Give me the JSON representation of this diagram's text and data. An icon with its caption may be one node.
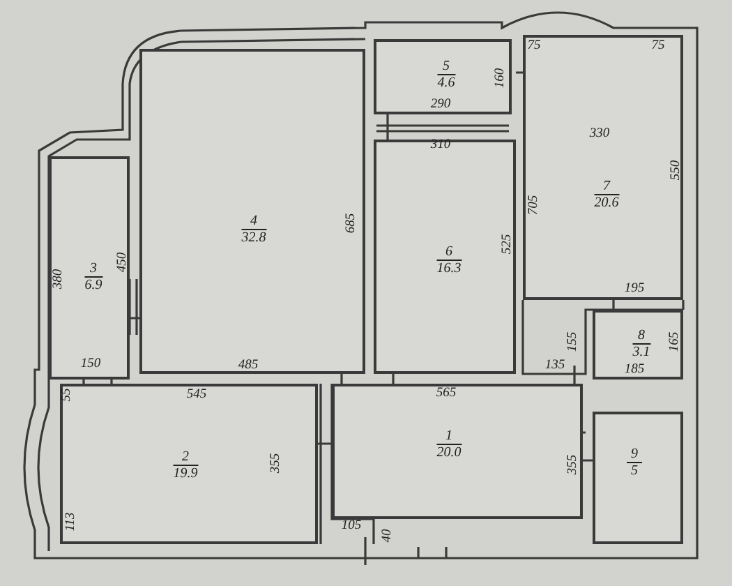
{
  "diagram": {
    "nodes": [
      {
        "text": [
          "5",
          "4.6"
        ]
      },
      {
        "text": [
          "7",
          "20.6"
        ]
      },
      {
        "text": [
          "4",
          "32.8"
        ]
      },
      {
        "text": [
          "6",
          "16.3"
        ]
      },
      {
        "text": [
          "3",
          "6.9"
        ]
      },
      {
        "text": [
          "8",
          "3.1"
        ]
      },
      {
        "text": [
          "2",
          "19.9"
        ]
      },
      {
        "text": [
          "1",
          "20.0"
        ]
      },
      {
        "text": [
          "9",
          "5"
        ]
      }
    ],
    "edges": [],
    "labels": [
      "75",
      "75",
      "160",
      "290",
      "310",
      "330",
      "685",
      "705",
      "550",
      "450",
      "380",
      "525",
      "195",
      "155",
      "165",
      "485",
      "150",
      "135",
      "185",
      "545",
      "565",
      "55",
      "355",
      "355",
      "113",
      "105",
      "40"
    ]
  }
}
